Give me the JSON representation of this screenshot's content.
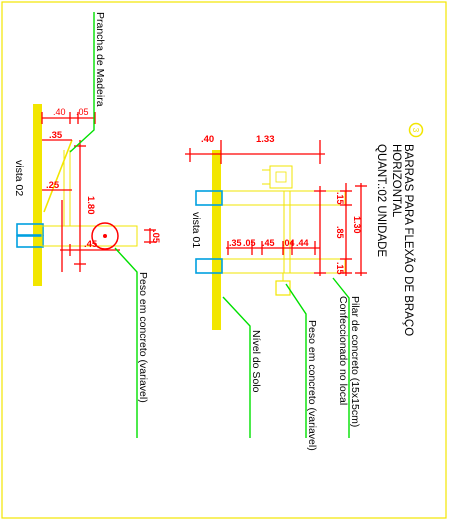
{
  "frame_color": "#f2e600",
  "colors": {
    "yellow": "#f2e600",
    "red": "#ff0000",
    "green": "#00e000",
    "cyan": "#00a0e0",
    "black": "#000000"
  },
  "heading": {
    "badge": "3",
    "title_line1": "BARRAS PARA FLEXÃO DE BRAÇO",
    "title_line2": "HORIZONTAL",
    "quantity": "QUANT.:02 UNIDADE"
  },
  "view01": {
    "label": "vista 01",
    "dims": {
      "d_40": ".40",
      "d_133": "1.33",
      "d_15a": ".15",
      "d_85": ".85",
      "d_130": "1.30",
      "d_15b": ".15",
      "d_35": ".35",
      "d_05": ".05",
      "d_45": ".45",
      "d_04": ".04",
      "d_44": ".44"
    },
    "callouts": {
      "pilar_line1": "Pilar de concreto (15x15cm)",
      "pilar_line2": "Confeccionado no local",
      "peso": "Peso em concreto (variavel)",
      "nivel": "Nível do Solo"
    }
  },
  "view02": {
    "label": "vista 02",
    "dims": {
      "d_40": ".40",
      "d_05": ".05",
      "d_35": ".35",
      "d_25": ".25",
      "d_180": "1.80",
      "d_45": ".45",
      "d_05b": ".05"
    },
    "callouts": {
      "prancha": "Prancha de Madeira",
      "peso": "Peso em concreto (variavel)"
    }
  }
}
